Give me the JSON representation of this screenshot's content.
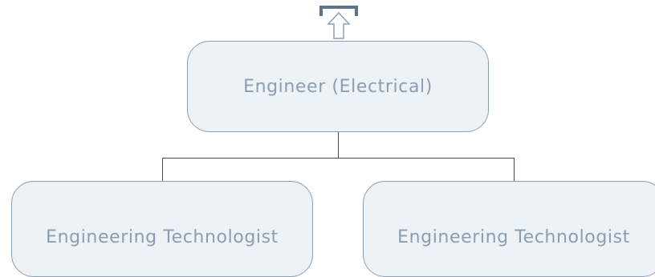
{
  "diagram": {
    "parent": {
      "label": "Engineer (Electrical)"
    },
    "children": [
      {
        "label": "Engineering Technologist"
      },
      {
        "label": "Engineering Technologist"
      }
    ]
  },
  "colors": {
    "node_fill": "#edf2f7",
    "node_border": "#8b9db2",
    "node_text": "#8b9db2",
    "connector": "#4a4a4a",
    "up_button_bar": "#5b7390"
  },
  "icons": {
    "navigate_up": "arrow-up-icon"
  }
}
